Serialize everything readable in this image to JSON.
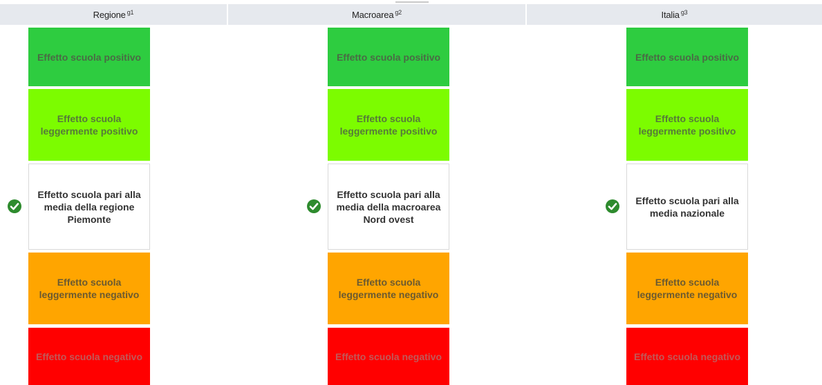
{
  "columns": [
    {
      "header": "Regione",
      "sup": "g1",
      "levels": [
        "Effetto scuola positivo",
        "Effetto scuola leggermente positivo",
        "Effetto scuola pari alla media della regione Piemonte",
        "Effetto scuola leggermente negativo",
        "Effetto scuola negativo"
      ],
      "selected_level": 3
    },
    {
      "header": "Macroarea",
      "sup": "g2",
      "levels": [
        "Effetto scuola positivo",
        "Effetto scuola leggermente positivo",
        "Effetto scuola pari alla media della macroarea Nord ovest",
        "Effetto scuola leggermente negativo",
        "Effetto scuola negativo"
      ],
      "selected_level": 3
    },
    {
      "header": "Italia",
      "sup": "g3",
      "levels": [
        "Effetto scuola positivo",
        "Effetto scuola leggermente positivo",
        "Effetto scuola pari alla media nazionale",
        "Effetto scuola leggermente negativo",
        "Effetto scuola negativo"
      ],
      "selected_level": 3
    }
  ],
  "colors": {
    "positive": "#2ecc40",
    "slightly_positive": "#7cfc00",
    "average": "#ffffff",
    "slightly_negative": "#ffa500",
    "negative": "#ff0000",
    "check": "#2e8b2e",
    "header_bg": "#e6e9ee"
  },
  "icons": {
    "selected": "check-circle-icon"
  }
}
